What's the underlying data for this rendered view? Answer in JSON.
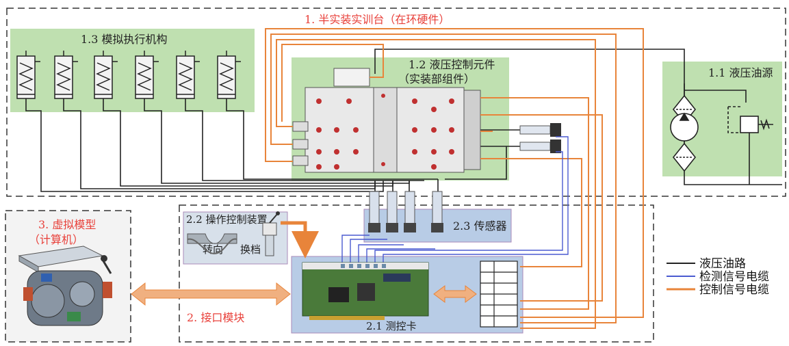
{
  "colors": {
    "hydraulic": "#222222",
    "detection": "#4a5ad0",
    "control": "#e8843a",
    "green_panel": "#bfe0b0",
    "blue_panel": "#b8cce6",
    "red_text": "#e8403a"
  },
  "labels": {
    "hil_bench": "1. 半实装实训台（在环硬件）",
    "oil_source": "1.1 液压油源",
    "control_unit_1": "1.2 液压控制元件",
    "control_unit_2": "（实装部组件）",
    "actuators": "1.3 模拟执行机构",
    "interface": "2. 接口模块",
    "daq_card": "2.1 测控卡",
    "operation_device": "2.2 操作控制装置",
    "steering": "转向",
    "gear_shift": "换档",
    "sensors": "2.3 传感器",
    "virtual_model_1": "3. 虚拟模型",
    "virtual_model_2": "（计算机）"
  },
  "legend": [
    {
      "label": "液压油路",
      "color": "#222222"
    },
    {
      "label": "检测信号电缆",
      "color": "#4a5ad0"
    },
    {
      "label": "控制信号电缆",
      "color": "#e8843a"
    }
  ]
}
